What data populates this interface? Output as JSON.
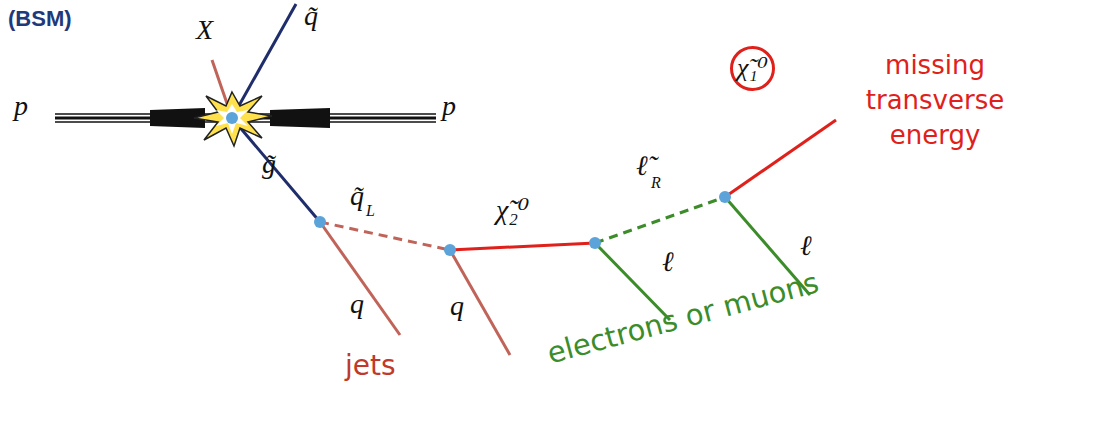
{
  "diagram": {
    "nodes": [
      {
        "text": [
          "χ̃₁⁰"
        ]
      }
    ],
    "labels": [
      "(BSM)",
      "X",
      "q̃",
      "p",
      "p",
      "g̃",
      "q̃",
      "L",
      "χ̃₂⁰",
      "ℓ̃",
      "R",
      "q",
      "q",
      "ℓ",
      "ℓ",
      "jets",
      "electrons or muons",
      "missing transverse energy"
    ]
  }
}
